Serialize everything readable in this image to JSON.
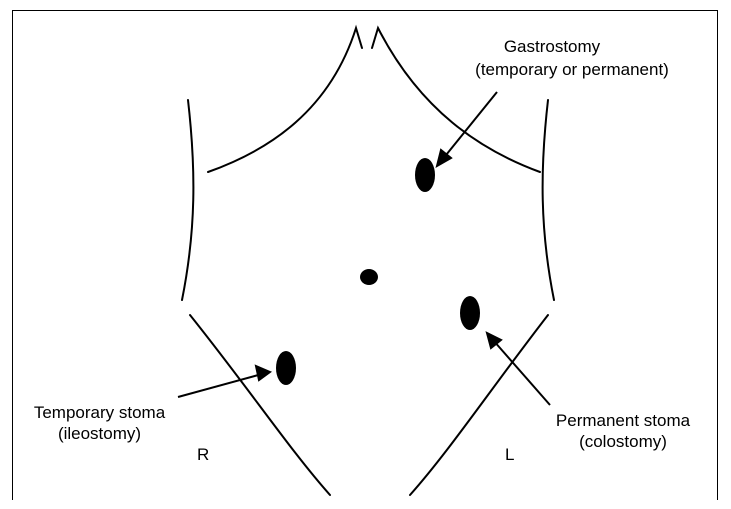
{
  "labels": {
    "gastrostomy_line1": "Gastrostomy",
    "gastrostomy_line2": "(temporary or permanent)",
    "temporary_line1": "Temporary stoma",
    "temporary_line2": "(ileostomy)",
    "permanent_line1": "Permanent stoma",
    "permanent_line2": "(colostomy)",
    "right_side": "R",
    "left_side": "L"
  },
  "colors": {
    "ink": "#000000",
    "background": "#ffffff"
  }
}
